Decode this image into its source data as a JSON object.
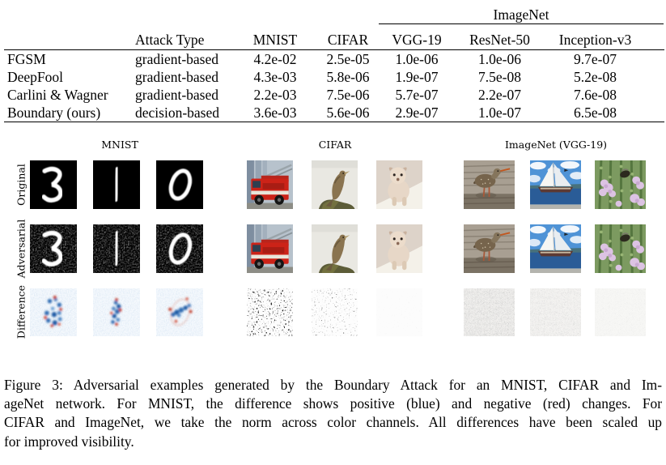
{
  "table": {
    "group_header": "ImageNet",
    "col_headers": [
      "",
      "Attack Type",
      "MNIST",
      "CIFAR",
      "VGG-19",
      "ResNet-50",
      "Inception-v3"
    ],
    "rows": [
      {
        "attack": "FGSM",
        "type": "gradient-based",
        "mnist": "4.2e-02",
        "cifar": "2.5e-05",
        "vgg19": "1.0e-06",
        "resnet50": "1.0e-06",
        "inceptionv3": "9.7e-07"
      },
      {
        "attack": "DeepFool",
        "type": "gradient-based",
        "mnist": "4.3e-03",
        "cifar": "5.8e-06",
        "vgg19": "1.9e-07",
        "resnet50": "7.5e-08",
        "inceptionv3": "5.2e-08"
      },
      {
        "attack": "Carlini & Wagner",
        "type": "gradient-based",
        "mnist": "2.2e-03",
        "cifar": "7.5e-06",
        "vgg19": "5.7e-07",
        "resnet50": "2.2e-07",
        "inceptionv3": "7.6e-08"
      },
      {
        "attack": "Boundary (ours)",
        "type": "decision-based",
        "mnist": "3.6e-03",
        "cifar": "5.6e-06",
        "vgg19": "2.9e-07",
        "resnet50": "1.0e-07",
        "inceptionv3": "6.5e-08"
      }
    ]
  },
  "figure": {
    "group_labels": [
      "MNIST",
      "CIFAR",
      "ImageNet (VGG-19)"
    ],
    "row_labels": [
      "Original",
      "Adversarial",
      "Difference"
    ],
    "panel_contents": {
      "mnist": [
        "handwritten digit 3",
        "handwritten digit 1",
        "handwritten digit 0"
      ],
      "cifar": [
        "red fire truck",
        "brown bird perched on mossy rock",
        "pale puppy on light background"
      ],
      "imagenet": [
        "sandpiper wading in water",
        "sailboat with white sails",
        "purple flowers with bee"
      ]
    },
    "difference_colors": {
      "positive": "#2e6cb2",
      "negative": "#c23b28"
    }
  },
  "caption": {
    "lines": [
      "Figure 3: Adversarial examples generated by the Boundary Attack for an MNIST, CIFAR and Im-",
      "ageNet network. For MNIST, the difference shows positive (blue) and negative (red) changes. For",
      "CIFAR and ImageNet, we take the norm across color channels. All differences have been scaled up",
      "for improved visibility."
    ]
  }
}
